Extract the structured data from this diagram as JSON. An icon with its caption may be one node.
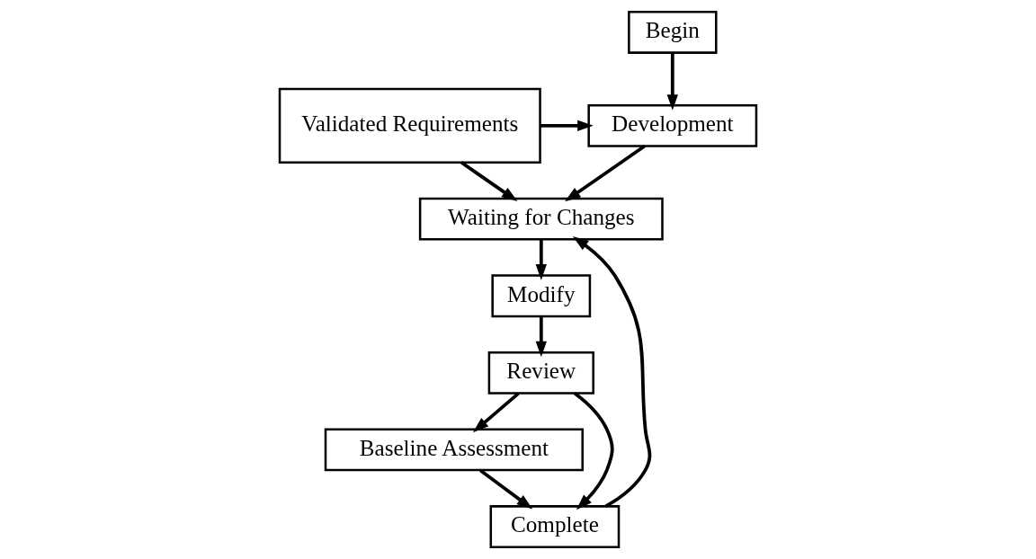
{
  "diagram": {
    "nodes": [
      {
        "text": [
          "Begin"
        ]
      },
      {
        "text": [
          "Development"
        ]
      },
      {
        "text": [
          "Waiting for Changes"
        ]
      },
      {
        "text": [
          "Modify"
        ]
      },
      {
        "text": [
          "Review"
        ]
      },
      {
        "text": [
          "Baseline Assessment"
        ]
      },
      {
        "text": [
          "Complete"
        ]
      },
      {
        "text": [
          "Validated Requirements"
        ]
      }
    ],
    "edges": [
      {
        "from": 0,
        "to": 1,
        "arrow": "to"
      },
      {
        "from": 1,
        "to": 2,
        "arrow": "to"
      },
      {
        "from": 2,
        "to": 3,
        "arrow": "to"
      },
      {
        "from": 3,
        "to": 4,
        "arrow": "to"
      },
      {
        "from": 4,
        "to": 5,
        "arrow": "to"
      },
      {
        "from": 4,
        "to": 6,
        "arrow": "to"
      },
      {
        "from": 5,
        "to": 6,
        "arrow": "to"
      },
      {
        "from": 6,
        "to": 2,
        "arrow": "to"
      },
      {
        "from": 7,
        "to": 1,
        "arrow": "to"
      },
      {
        "from": 7,
        "to": 2,
        "arrow": "to"
      }
    ]
  }
}
